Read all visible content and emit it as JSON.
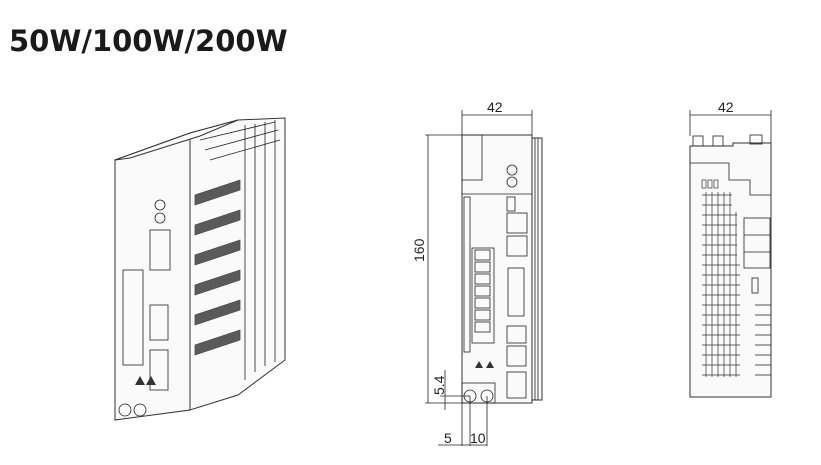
{
  "title": "50W/100W/200W",
  "front_view": {
    "width_label": "42",
    "height_label": "160",
    "offset_label": "5.4",
    "pitch_left_label": "5",
    "pitch_right_label": "10"
  },
  "side_view": {
    "width_label": "42"
  }
}
